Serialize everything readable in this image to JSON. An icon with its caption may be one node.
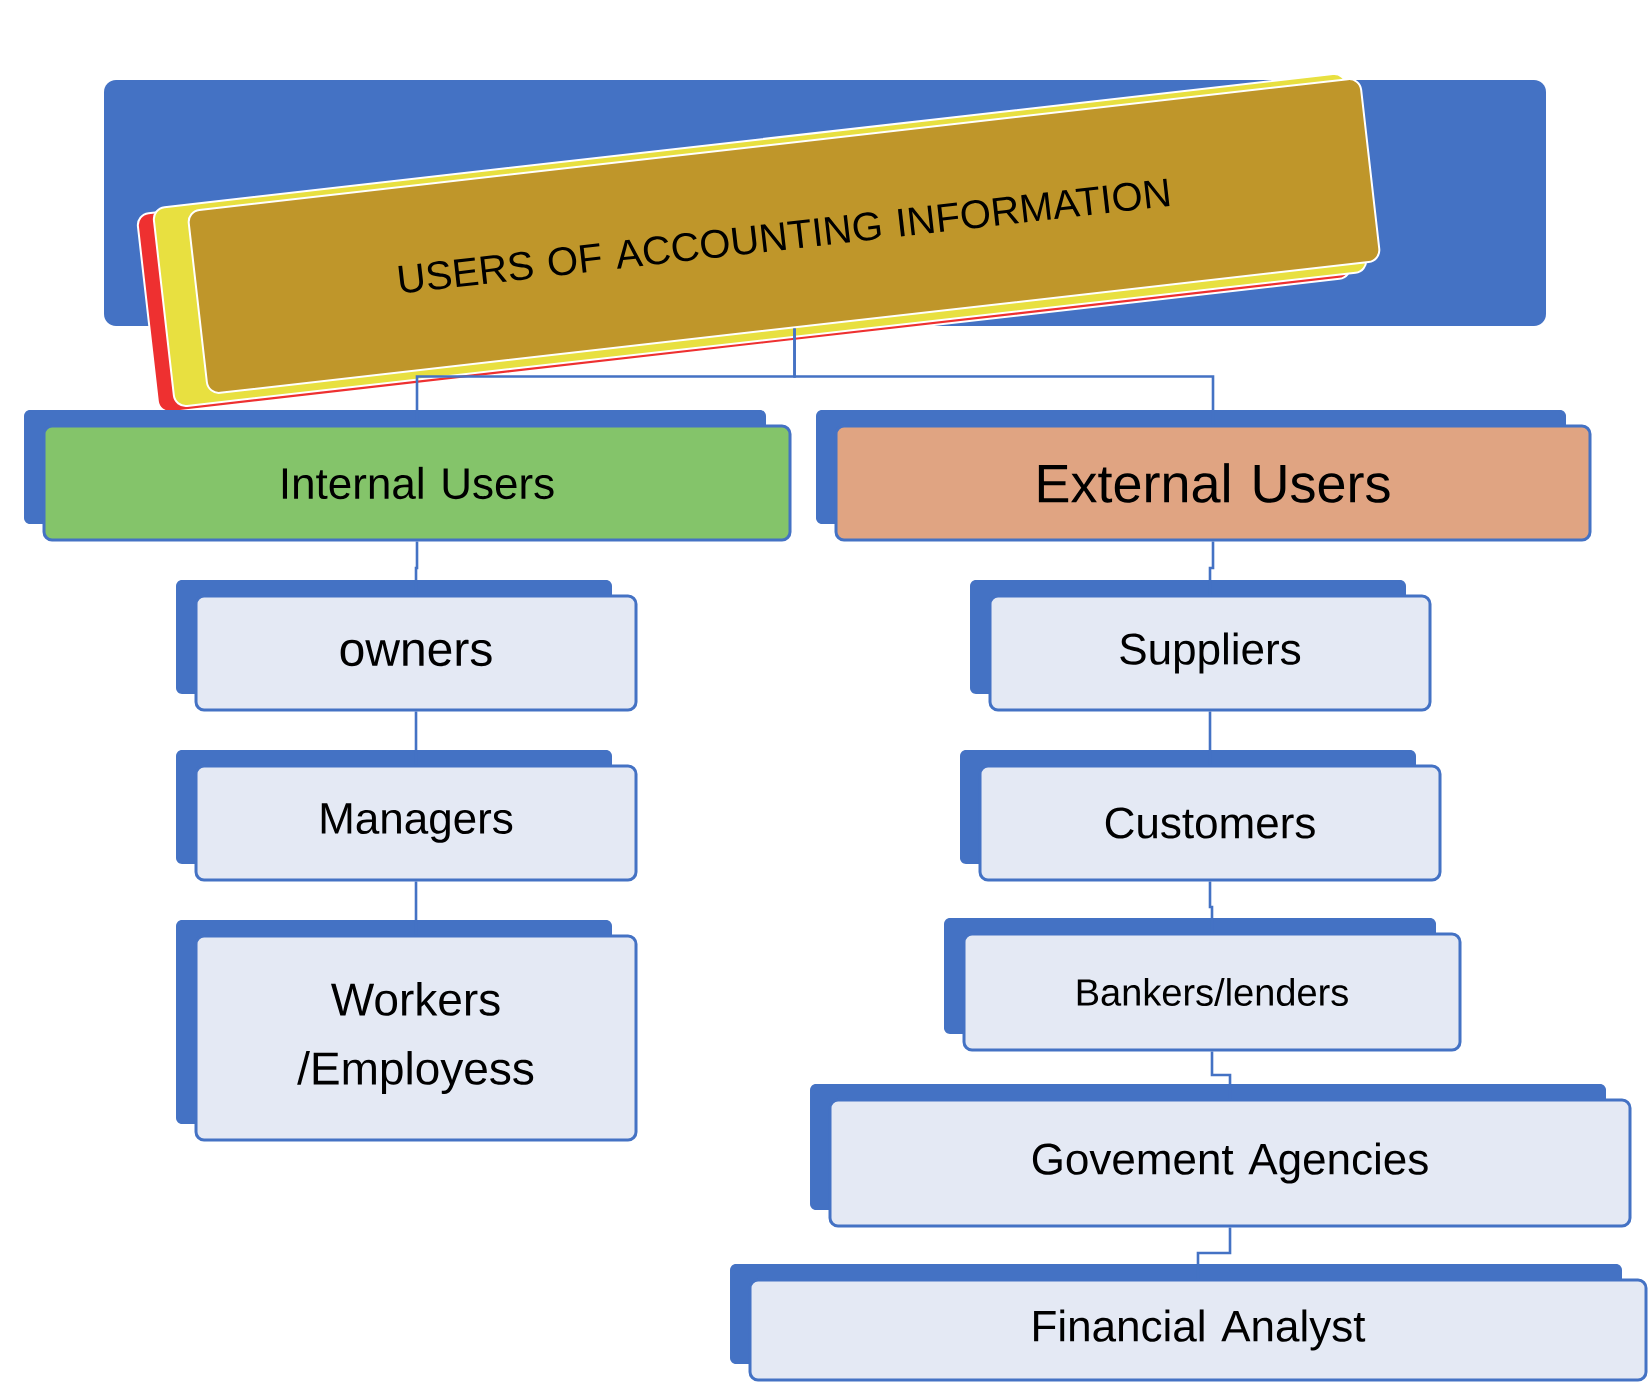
{
  "diagram": {
    "nodes": [
      {
        "text": [
          "USERS OF ACCOUNTING INFORMATION"
        ]
      },
      {
        "text": [
          "Internal Users"
        ]
      },
      {
        "text": [
          "External Users"
        ]
      },
      {
        "text": [
          "owners"
        ]
      },
      {
        "text": [
          "Managers"
        ]
      },
      {
        "text": [
          "Workers /Employess"
        ]
      },
      {
        "text": [
          "Suppliers"
        ]
      },
      {
        "text": [
          "Customers"
        ]
      },
      {
        "text": [
          "Bankers/lenders"
        ]
      },
      {
        "text": [
          "Govement Agencies"
        ]
      },
      {
        "text": [
          "Financial Analyst"
        ]
      }
    ],
    "edges": [
      {
        "from": 0,
        "to": 1,
        "arrow": "none"
      },
      {
        "from": 0,
        "to": 2,
        "arrow": "none"
      },
      {
        "from": 1,
        "to": 3,
        "arrow": "none"
      },
      {
        "from": 3,
        "to": 4,
        "arrow": "none"
      },
      {
        "from": 4,
        "to": 5,
        "arrow": "none"
      },
      {
        "from": 2,
        "to": 6,
        "arrow": "none"
      },
      {
        "from": 6,
        "to": 7,
        "arrow": "none"
      },
      {
        "from": 7,
        "to": 8,
        "arrow": "none"
      },
      {
        "from": 8,
        "to": 9,
        "arrow": "none"
      },
      {
        "from": 9,
        "to": 10,
        "arrow": "none"
      }
    ]
  }
}
